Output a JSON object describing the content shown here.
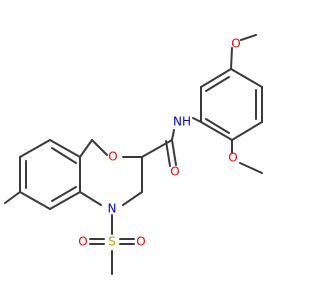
{
  "colors": {
    "background": "#ffffff",
    "bond": "#3a3a3a",
    "oxygen": "#ff0000",
    "nitrogen": "#0000ff",
    "sulfur": "#b8a800",
    "carbon": "#3a3a3a"
  },
  "atoms": [
    {
      "id": "o_methoxy_top",
      "element": "O",
      "text": "O"
    },
    {
      "id": "o_methoxy_right",
      "element": "O",
      "text": "O"
    },
    {
      "id": "nh_amide",
      "element": "N",
      "text": "NH"
    },
    {
      "id": "o_ring",
      "element": "O",
      "text": "O"
    },
    {
      "id": "o_carbonyl",
      "element": "O",
      "text": "O"
    },
    {
      "id": "n_ring",
      "element": "N",
      "text": "N"
    },
    {
      "id": "s_sulfonyl",
      "element": "S",
      "text": "S"
    },
    {
      "id": "o_sulfonyl_left",
      "element": "O",
      "text": "O"
    },
    {
      "id": "o_sulfonyl_right",
      "element": "O",
      "text": "O"
    }
  ]
}
